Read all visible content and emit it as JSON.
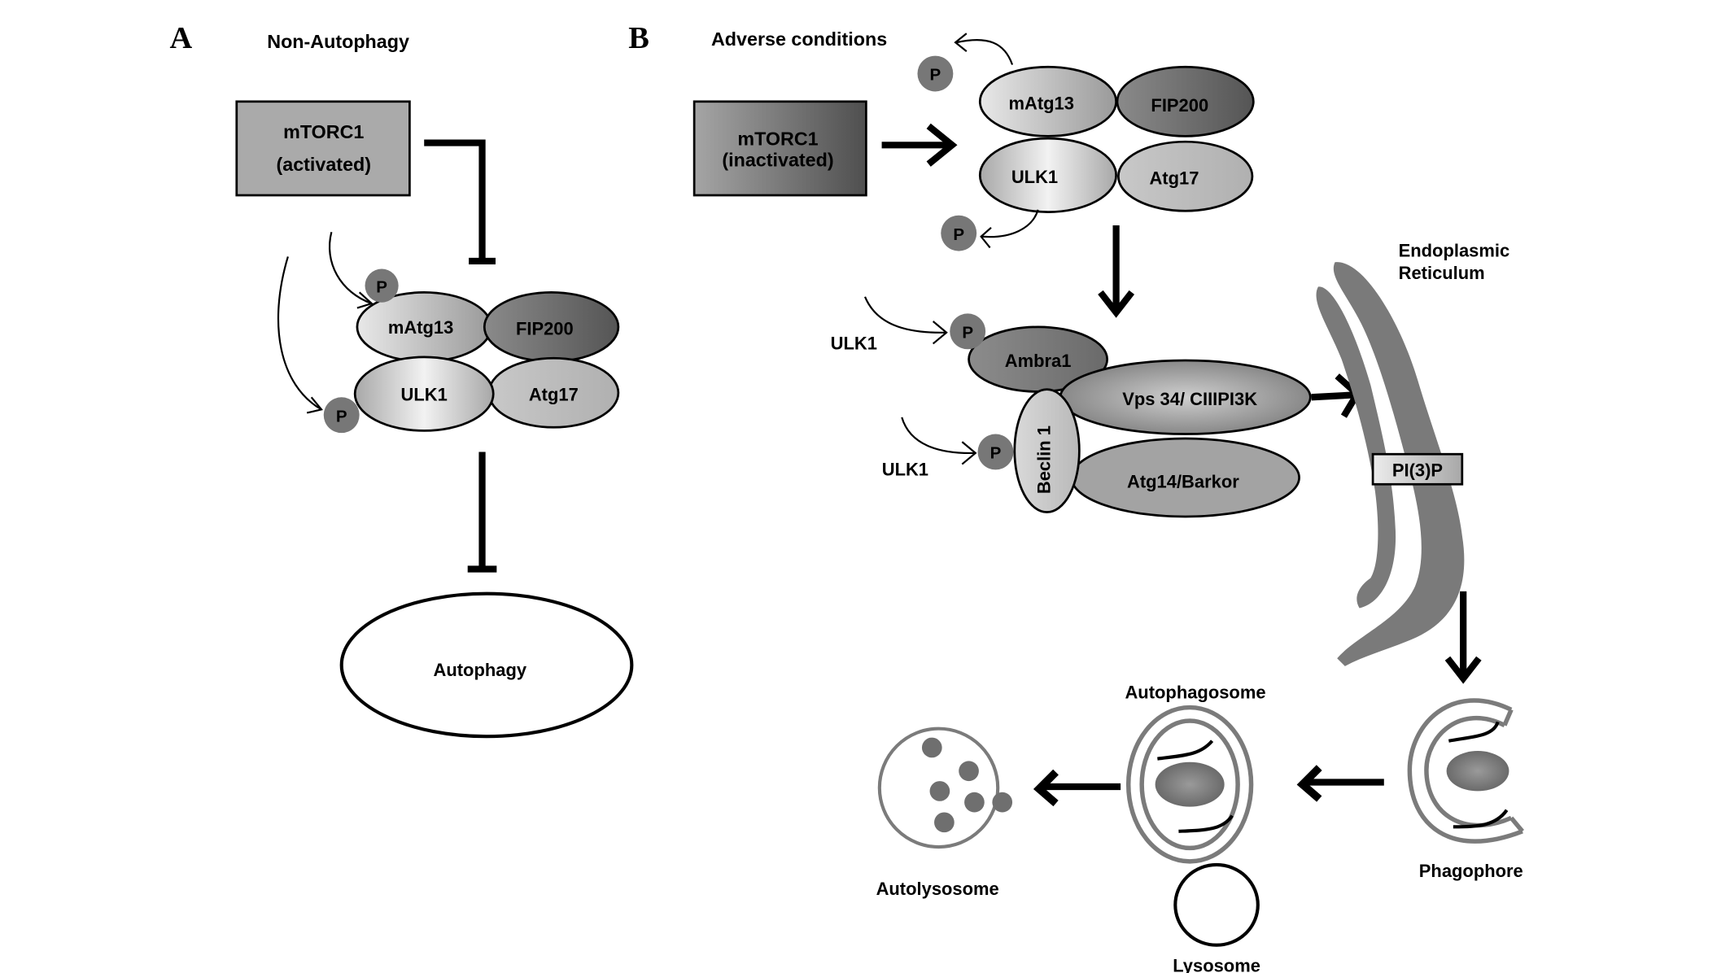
{
  "figure": {
    "panel_a": {
      "letter": "A",
      "title": "Non-Autophagy",
      "mtorc1": {
        "line1": "mTORC1",
        "line2": "(activated)",
        "state": "activated"
      },
      "complex": {
        "mAtg13": "mAtg13",
        "FIP200": "FIP200",
        "ULK1": "ULK1",
        "Atg17": "Atg17"
      },
      "phospho_1": "P",
      "phospho_2": "P",
      "outcome": "Autophagy",
      "relations": [
        {
          "from": "mTORC1 (activated)",
          "to": "ULK1 complex",
          "type": "inhibits"
        },
        {
          "from": "ULK1 complex",
          "to": "Autophagy",
          "type": "inhibits"
        }
      ]
    },
    "panel_b": {
      "letter": "B",
      "title": "Adverse conditions",
      "mtorc1": {
        "line1": "mTORC1",
        "line2": "(inactivated)",
        "state": "inactivated"
      },
      "ulk_complex": {
        "mAtg13": "mAtg13",
        "FIP200": "FIP200",
        "ULK1": "ULK1",
        "Atg17": "Atg17"
      },
      "phospho_top": "P",
      "phospho_bottom": "P",
      "pi3k_complex": {
        "ambra1": "Ambra1",
        "vps34": "Vps 34/ CIIIPI3K",
        "beclin1": "Beclin 1",
        "atg14": "Atg14/Barkor",
        "kinase_1": "ULK1",
        "kinase_2": "ULK1",
        "phospho_ambra": "P",
        "phospho_beclin": "P"
      },
      "er": {
        "line1": "Endoplasmic",
        "line2": "Reticulum"
      },
      "pi3p": "PI(3)P",
      "stages": {
        "phagophore": "Phagophore",
        "autophagosome": "Autophagosome",
        "lysosome": "Lysosome",
        "autolysosome": "Autolysosome"
      },
      "relations": [
        {
          "from": "mTORC1 (inactivated)",
          "to": "ULK1 complex",
          "type": "activates"
        },
        {
          "from": "ULK1 complex",
          "to": "Beclin 1 / Vps34 complex",
          "type": "activates"
        },
        {
          "from": "Vps34 complex",
          "to": "Endoplasmic Reticulum",
          "type": "activates"
        },
        {
          "from": "Endoplasmic Reticulum",
          "to": "Phagophore",
          "type": "leads-to"
        },
        {
          "from": "Phagophore",
          "to": "Autophagosome",
          "type": "leads-to"
        },
        {
          "from": "Autophagosome",
          "to": "Autolysosome",
          "type": "leads-to"
        }
      ]
    }
  }
}
